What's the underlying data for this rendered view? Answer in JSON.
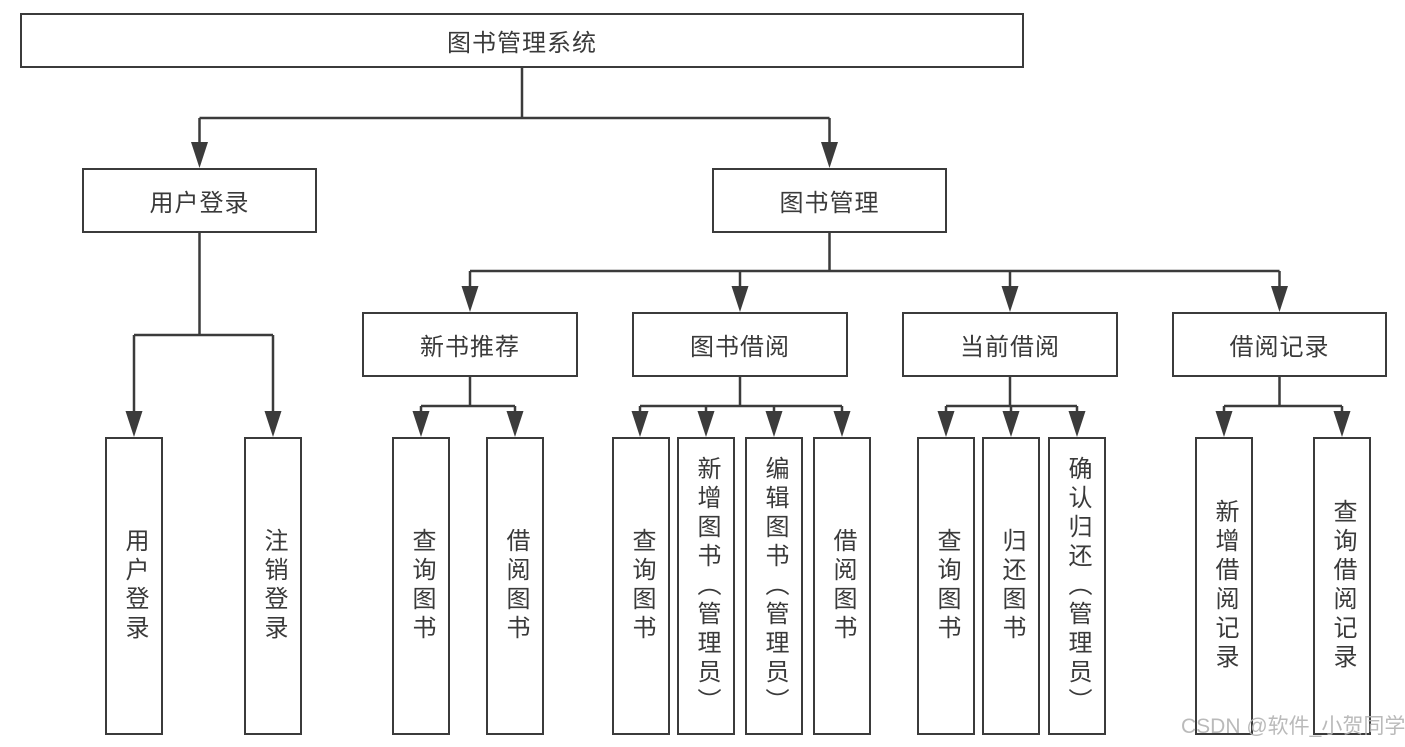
{
  "diagram": {
    "tree": {
      "label": "图书管理系统",
      "children": [
        {
          "label": "用户登录",
          "children": [
            {
              "label": "用户登录"
            },
            {
              "label": "注销登录"
            }
          ]
        },
        {
          "label": "图书管理",
          "children": [
            {
              "label": "新书推荐",
              "children": [
                {
                  "label": "查询图书"
                },
                {
                  "label": "借阅图书"
                }
              ]
            },
            {
              "label": "图书借阅",
              "children": [
                {
                  "label": "查询图书"
                },
                {
                  "label": "新增图书（管理员）"
                },
                {
                  "label": "编辑图书（管理员）"
                },
                {
                  "label": "借阅图书"
                }
              ]
            },
            {
              "label": "当前借阅",
              "children": [
                {
                  "label": "查询图书"
                },
                {
                  "label": "归还图书"
                },
                {
                  "label": "确认归还（管理员）"
                }
              ]
            },
            {
              "label": "借阅记录",
              "children": [
                {
                  "label": "新增借阅记录"
                },
                {
                  "label": "查询借阅记录"
                }
              ]
            }
          ]
        }
      ]
    },
    "watermark": "CSDN @软件_小贺同学",
    "colors": {
      "line": "#3b3b3b",
      "text": "#3a3a3a",
      "box_bg": "#ffffff",
      "watermark": "#b3b3b3"
    }
  }
}
